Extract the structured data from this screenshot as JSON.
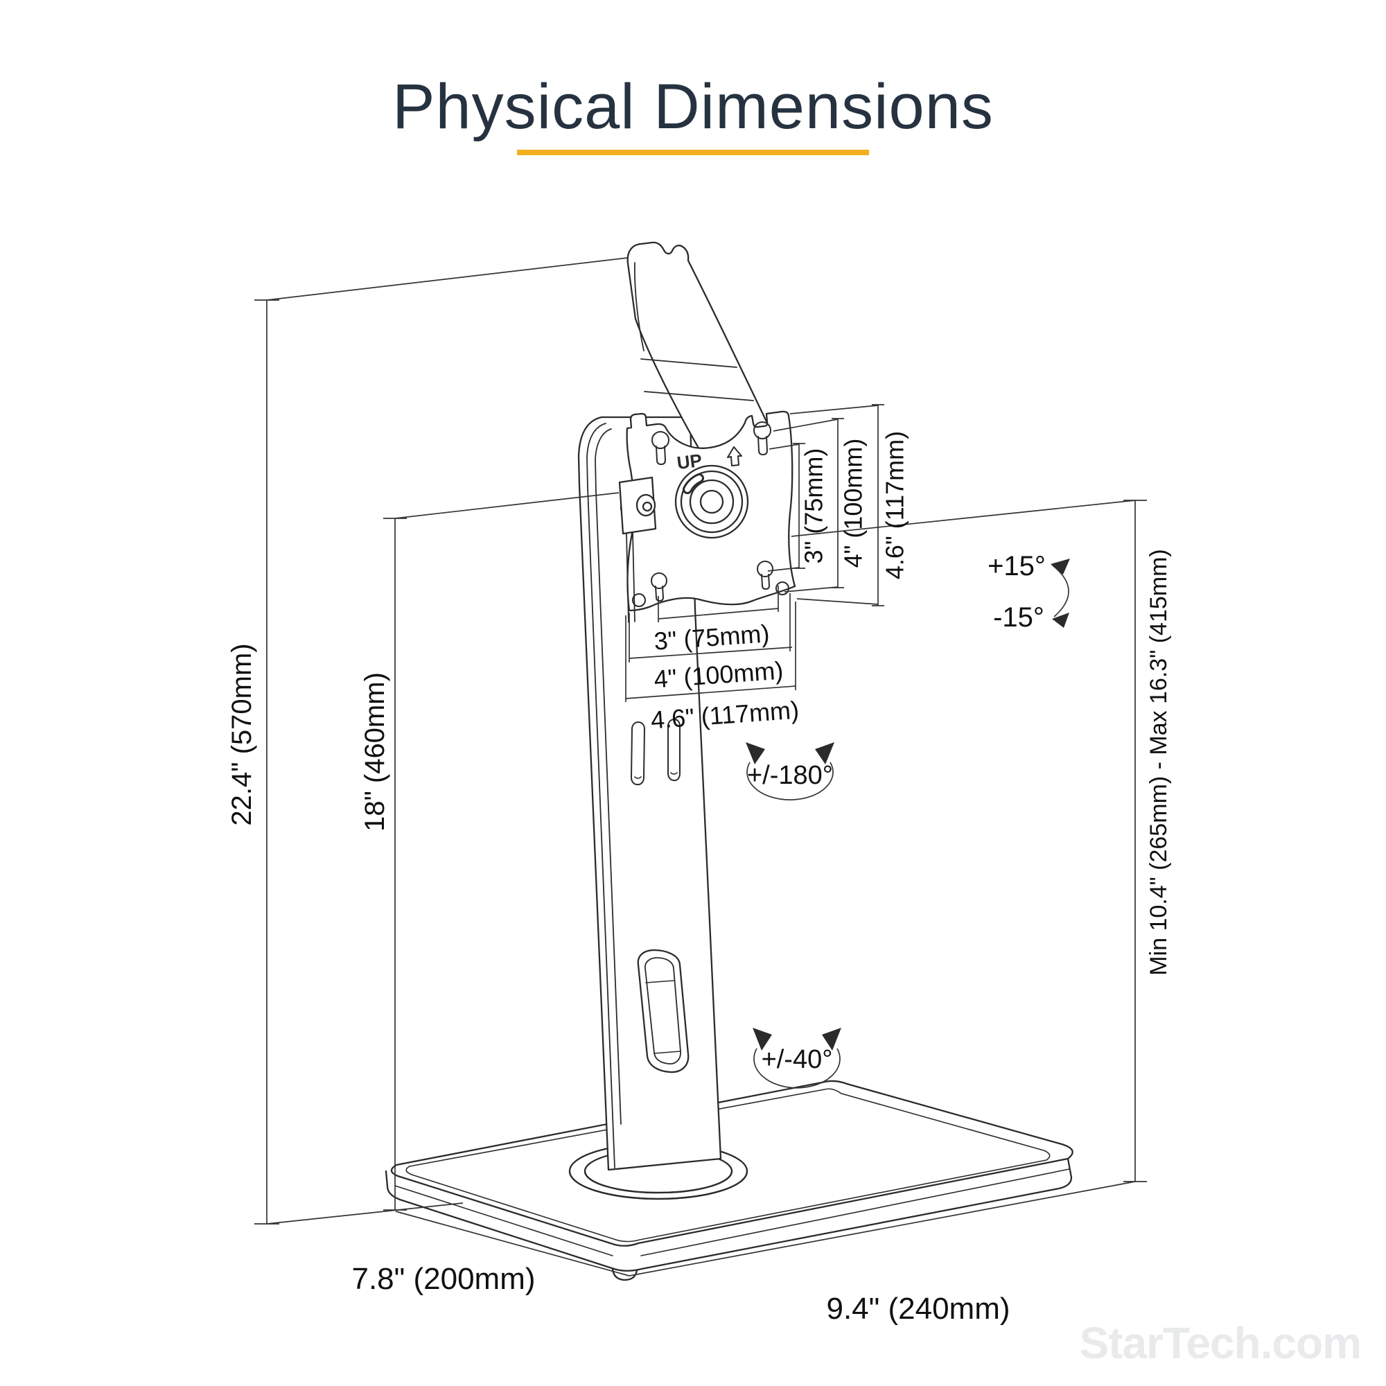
{
  "title": {
    "text": "Physical Dimensions"
  },
  "theme": {
    "accent_color": "#F2B01E",
    "title_color": "#26323F",
    "ink_color": "#2B2B2B",
    "watermark_color": "#E9EAEB"
  },
  "stand": {
    "up_marking": "UP"
  },
  "dimensions": {
    "total_height": "22.4\" (570mm)",
    "pole_height": "18\" (460mm)",
    "height_range": "Min 10.4\" (265mm) - Max 16.3\" (415mm)",
    "vesa_h_75": "3\" (75mm)",
    "vesa_h_100": "4\" (100mm)",
    "vesa_h_117": "4.6\" (117mm)",
    "vesa_w_75": "3\" (75mm)",
    "vesa_w_100": "4\" (100mm)",
    "vesa_w_117": "4.6\" (117mm)",
    "base_depth": "7.8\" (200mm)",
    "base_width": "9.4\" (240mm)"
  },
  "angles": {
    "tilt_up": "+15°",
    "tilt_down": "-15°",
    "pan_range": "+/-180°",
    "swivel_range": "+/-40°"
  },
  "watermark": {
    "text": "StarTech.com"
  }
}
